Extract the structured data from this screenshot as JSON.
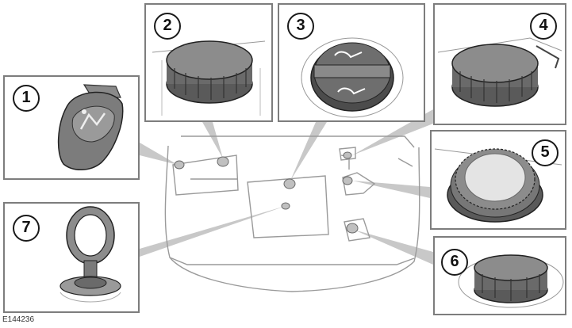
{
  "diagram": {
    "reference_code": "E144236",
    "callouts": [
      {
        "number": "1",
        "icon": "washer-reservoir-cap-icon"
      },
      {
        "number": "2",
        "icon": "coolant-cap-icon"
      },
      {
        "number": "3",
        "icon": "engine-oil-filler-cap-icon"
      },
      {
        "number": "4",
        "icon": "brake-fluid-cap-icon"
      },
      {
        "number": "5",
        "icon": "power-steering-cap-icon"
      },
      {
        "number": "6",
        "icon": "reservoir-cap-icon"
      },
      {
        "number": "7",
        "icon": "oil-dipstick-icon"
      }
    ]
  }
}
